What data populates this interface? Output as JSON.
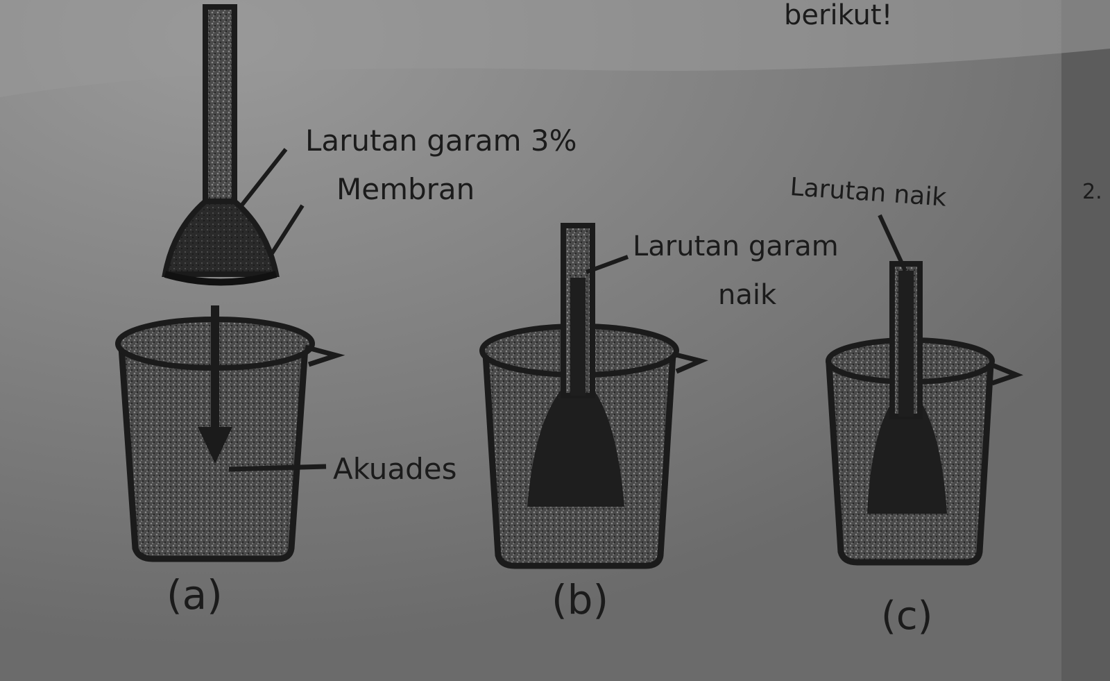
{
  "page": {
    "top_text": "berikut!",
    "page_number": "2."
  },
  "labels": {
    "salt_solution": "Larutan garam 3%",
    "membrane": "Membran",
    "distilled_water": "Akuades",
    "salt_rises_line1": "Larutan garam",
    "salt_rises_line2": "naik",
    "solution_rises": "Larutan naik"
  },
  "captions": {
    "a": "(a)",
    "b": "(b)",
    "c": "(c)"
  },
  "colors": {
    "paper_shadow": "#6f6f6f",
    "paper_light": "#8a8a8a",
    "ink": "#1b1b1b",
    "stipple": "#3a3a3a"
  }
}
